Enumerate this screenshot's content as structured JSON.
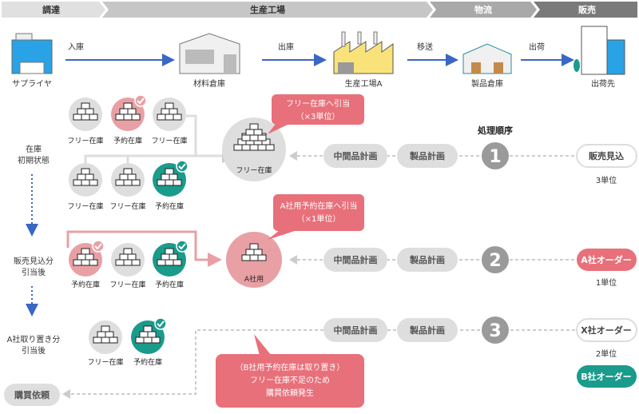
{
  "colors": {
    "pink": "#e8707a",
    "light_pink": "#e8a0a4",
    "teal": "#1a9b8c",
    "grey": "#dedede",
    "dark_grey": "#9a9a9a",
    "blue": "#3a67c4"
  },
  "stages": [
    "調達",
    "生産工場",
    "物流",
    "販売"
  ],
  "flow": {
    "nodes": [
      "サプライヤ",
      "材料倉庫",
      "生産工場A",
      "製品倉庫",
      "出荷先"
    ],
    "edges": [
      "入庫",
      "出庫",
      "移送",
      "出荷"
    ]
  },
  "states": [
    "在庫\n初期状態",
    "販売見込分\n引当後",
    "A社取り置き分\n引当後"
  ],
  "state_lines": [
    [
      "在庫",
      "初期状態"
    ],
    [
      "販売見込分",
      "引当後"
    ],
    [
      "A社取り置き分",
      "引当後"
    ]
  ],
  "inventory": {
    "free": "フリー在庫",
    "reserved": "予約在庫",
    "a_company": "A社用"
  },
  "callouts": {
    "c1": [
      "フリー在庫へ引当",
      "（×3単位）"
    ],
    "c2": [
      "A社用予約在庫へ引当",
      "（×1単位）"
    ],
    "c3": [
      "（B社用予約在庫は取り置き）",
      "フリー在庫不足のため",
      "購買依頼発生"
    ]
  },
  "process": {
    "title": "処理順序",
    "intermediate": "中間品計画",
    "product": "製品計画",
    "rows": [
      {
        "step": "1",
        "order": "販売見込",
        "units": "3単位"
      },
      {
        "step": "2",
        "order": "A社オーダー",
        "units": "1単位"
      },
      {
        "step": "3",
        "order": "X社オーダー",
        "units": "2単位"
      }
    ],
    "extra_order": "B社オーダー",
    "purchase": "購買依頼"
  }
}
